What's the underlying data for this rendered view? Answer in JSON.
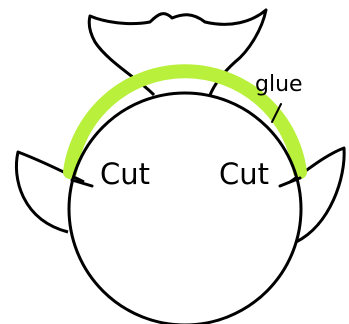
{
  "labels": {
    "glue": "glue",
    "cut_left": "Cut",
    "cut_right": "Cut"
  },
  "colors": {
    "outline": "#000000",
    "glue_highlight": "#b8f03c",
    "background": "#ffffff"
  }
}
